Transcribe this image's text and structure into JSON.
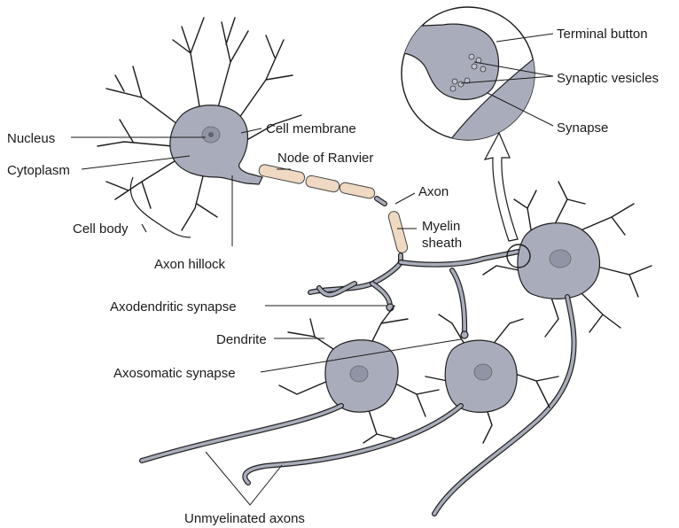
{
  "labels": {
    "nucleus": "Nucleus",
    "cytoplasm": "Cytoplasm",
    "cell_body": "Cell body",
    "axon_hillock": "Axon hillock",
    "cell_membrane": "Cell membrane",
    "node_of_ranvier": "Node of Ranvier",
    "axon": "Axon",
    "myelin_line1": "Myelin",
    "myelin_line2": "sheath",
    "axodendritic_synapse": "Axodendritic synapse",
    "dendrite": "Dendrite",
    "axosomatic_synapse": "Axosomatic synapse",
    "unmyelinated_axons": "Unmyelinated axons",
    "terminal_button": "Terminal button",
    "synaptic_vesicles": "Synaptic vesicles",
    "synapse": "Synapse"
  },
  "colors": {
    "cell": "#a9adbb",
    "myelin": "#efd9c2",
    "outline": "#1f1f1f"
  }
}
